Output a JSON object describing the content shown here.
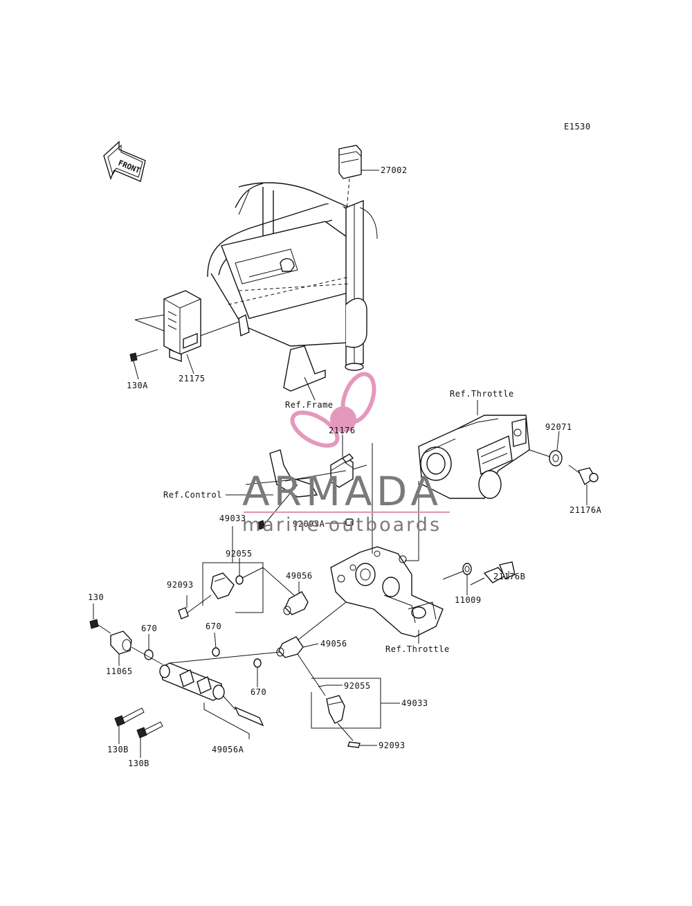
{
  "diagram_code": "E1530",
  "front_arrow_text": "FRONT",
  "labels": {
    "p27002": "27002",
    "p130A": "130A",
    "p21175": "21175",
    "ref_frame": "Ref.Frame",
    "ref_throttle_top": "Ref.Throttle",
    "p21176": "21176",
    "p92071": "92071",
    "p21176A": "21176A",
    "ref_control": "Ref.Control",
    "p92093A": "92093A",
    "p49033_top": "49033",
    "p92055_top": "92055",
    "p92093_top": "92093",
    "p49056_top": "49056",
    "p21176B": "21176B",
    "p11009": "11009",
    "p130": "130",
    "p670_a": "670",
    "p670_b": "670",
    "p11065": "11065",
    "p49056_mid": "49056",
    "ref_throttle_bottom": "Ref.Throttle",
    "p670_c": "670",
    "p92055_bottom": "92055",
    "p49033_bottom": "49033",
    "p130B_a": "130B",
    "p130B_b": "130B",
    "p49056A": "49056A",
    "p92093_bottom": "92093"
  },
  "watermark": {
    "title": "ARMADA",
    "subtitle": "marine outboards",
    "logo_color": "#e28fb5",
    "text_color": "#7a7a7a"
  }
}
